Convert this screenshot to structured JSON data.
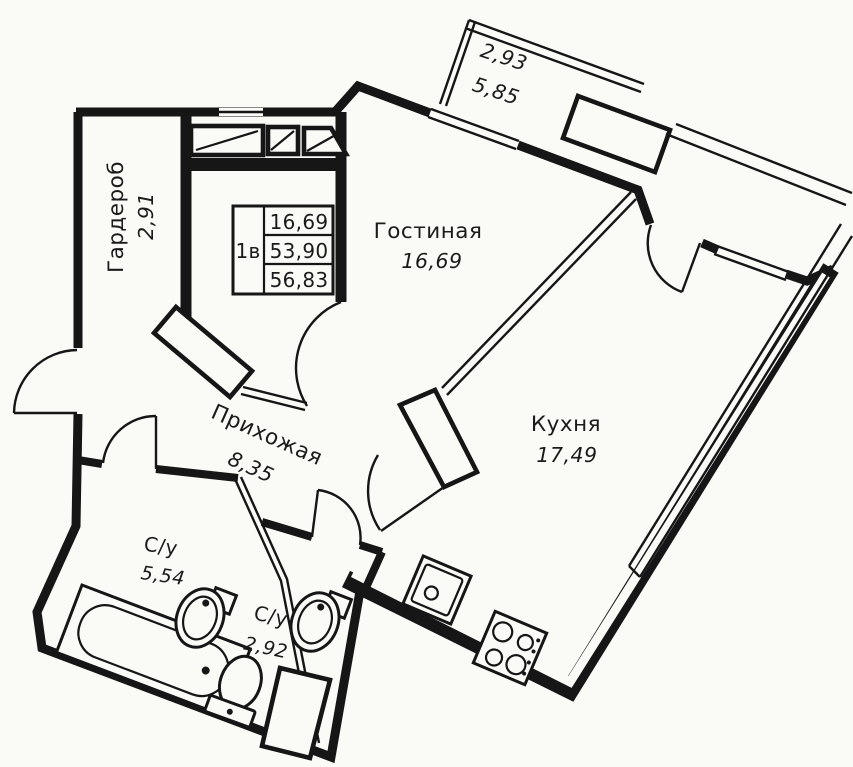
{
  "plan_table": {
    "unit": "1в",
    "area_living": "16,69",
    "area_residential": "53,90",
    "area_total": "56,83"
  },
  "rooms": {
    "wardrobe": {
      "name": "Гардероб",
      "area": "2,91"
    },
    "living": {
      "name": "Гостиная",
      "area": "16,69"
    },
    "kitchen": {
      "name": "Кухня",
      "area": "17,49"
    },
    "hallway": {
      "name": "Прихожая",
      "area": "8,35"
    },
    "bathroom": {
      "name": "С/у",
      "area": "5,54"
    },
    "wc": {
      "name": "С/у",
      "area": "2,92"
    },
    "balcony": {
      "area_reduced": "2,93",
      "area_full": "5,85"
    }
  },
  "colors": {
    "line": "#161616",
    "background": "#fafaf7"
  }
}
